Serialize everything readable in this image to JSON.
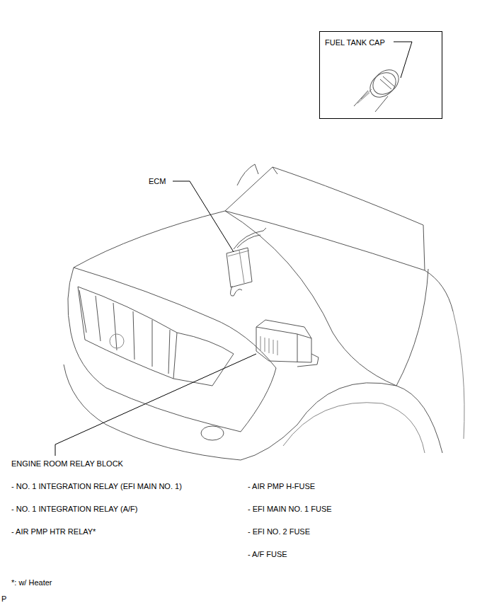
{
  "diagram": {
    "nodes": [
      {
        "text": [
          "FUEL TANK CAP"
        ]
      }
    ],
    "labels": [
      "ECM",
      "ENGINE ROOM RELAY BLOCK",
      "- NO. 1 INTEGRATION RELAY (EFI MAIN NO. 1)",
      "- NO. 1 INTEGRATION RELAY (A/F)",
      "- AIR PMP HTR RELAY*",
      "- AIR PMP H-FUSE",
      "- EFI MAIN NO. 1 FUSE",
      "- EFI NO. 2 FUSE",
      "- A/F FUSE",
      "*: w/ Heater",
      "P"
    ]
  }
}
